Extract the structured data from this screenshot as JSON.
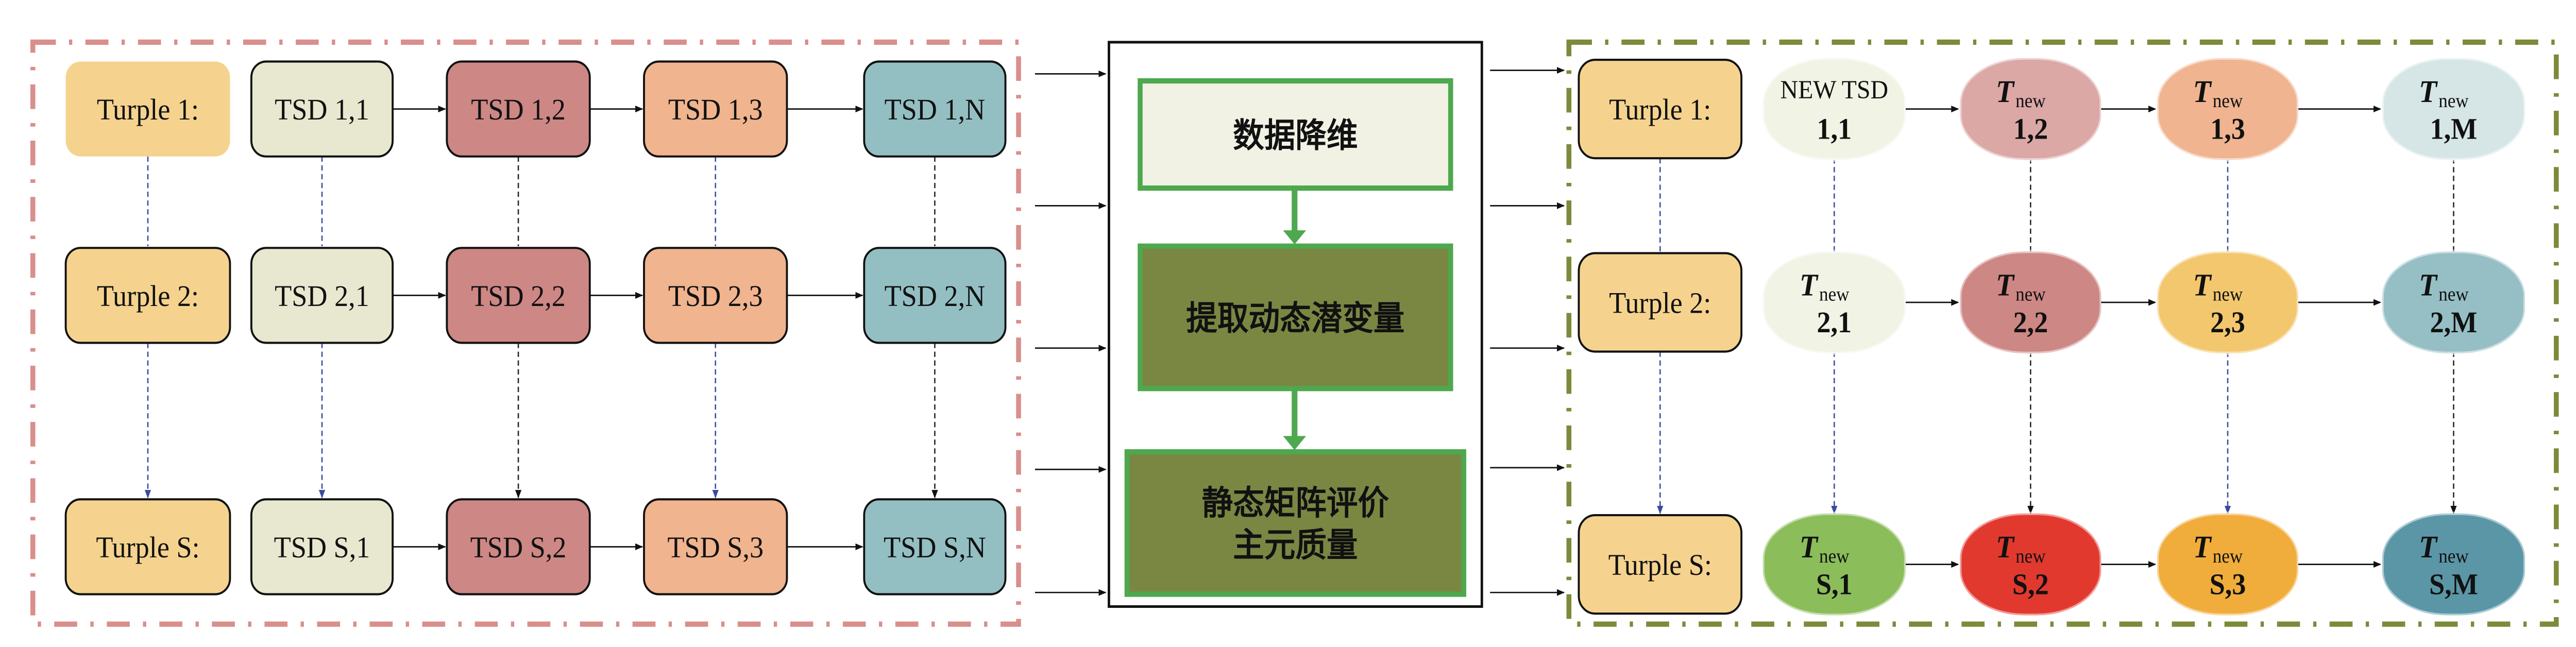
{
  "left_panel": {
    "frame_color": "#d98f8c",
    "column_colors": [
      "#f5d38f",
      "#e8e8d0",
      "#cd8785",
      "#f0b48e",
      "#93bfc3"
    ],
    "rows": [
      {
        "label": "Turple 1:",
        "cells": [
          "TSD 1,1",
          "TSD 1,2",
          "TSD 1,3",
          "TSD 1,N"
        ]
      },
      {
        "label": "Turple 2:",
        "cells": [
          "TSD 2,1",
          "TSD 2,2",
          "TSD 2,3",
          "TSD 2,N"
        ]
      },
      {
        "label": "Turple S:",
        "cells": [
          "TSD S,1",
          "TSD S,2",
          "TSD S,3",
          "TSD S,N"
        ]
      }
    ]
  },
  "center_panel": {
    "accent": "#4ea84e",
    "steps": [
      {
        "lines": [
          "数据降维"
        ],
        "fill": "#f1f2e4"
      },
      {
        "lines": [
          "提取动态潜变量"
        ],
        "fill": "#7a8743"
      },
      {
        "lines": [
          "静态矩阵评价",
          "主元质量"
        ],
        "fill": "#7a8743"
      }
    ]
  },
  "right_panel": {
    "frame_color": "#7d8a3a",
    "label_color": "#f5d38f",
    "rows": [
      {
        "label": "Turple 1:",
        "cells": [
          {
            "main": "NEW TSD",
            "sub": "",
            "idx": "1,1",
            "fill": "#f1f3e4"
          },
          {
            "main": "T",
            "sub": "new",
            "idx": "1,2",
            "fill": "#dba8a6"
          },
          {
            "main": "T",
            "sub": "new",
            "idx": "1,3",
            "fill": "#f0b490"
          },
          {
            "main": "T",
            "sub": "new",
            "idx": "1,M",
            "fill": "#d6e6e6"
          }
        ]
      },
      {
        "label": "Turple 2:",
        "cells": [
          {
            "main": "T",
            "sub": "new",
            "idx": "2,1",
            "fill": "#f1f3e4"
          },
          {
            "main": "T",
            "sub": "new",
            "idx": "2,2",
            "fill": "#cd8785"
          },
          {
            "main": "T",
            "sub": "new",
            "idx": "2,3",
            "fill": "#f3c76e"
          },
          {
            "main": "T",
            "sub": "new",
            "idx": "2,M",
            "fill": "#96bfc5"
          }
        ]
      },
      {
        "label": "Turple S:",
        "cells": [
          {
            "main": "T",
            "sub": "new",
            "idx": "S,1",
            "fill": "#8bbd5a"
          },
          {
            "main": "T",
            "sub": "new",
            "idx": "S,2",
            "fill": "#e2392f"
          },
          {
            "main": "T",
            "sub": "new",
            "idx": "S,3",
            "fill": "#f0ad3c"
          },
          {
            "main": "T",
            "sub": "new",
            "idx": "S,M",
            "fill": "#5b96a7"
          }
        ]
      }
    ]
  }
}
